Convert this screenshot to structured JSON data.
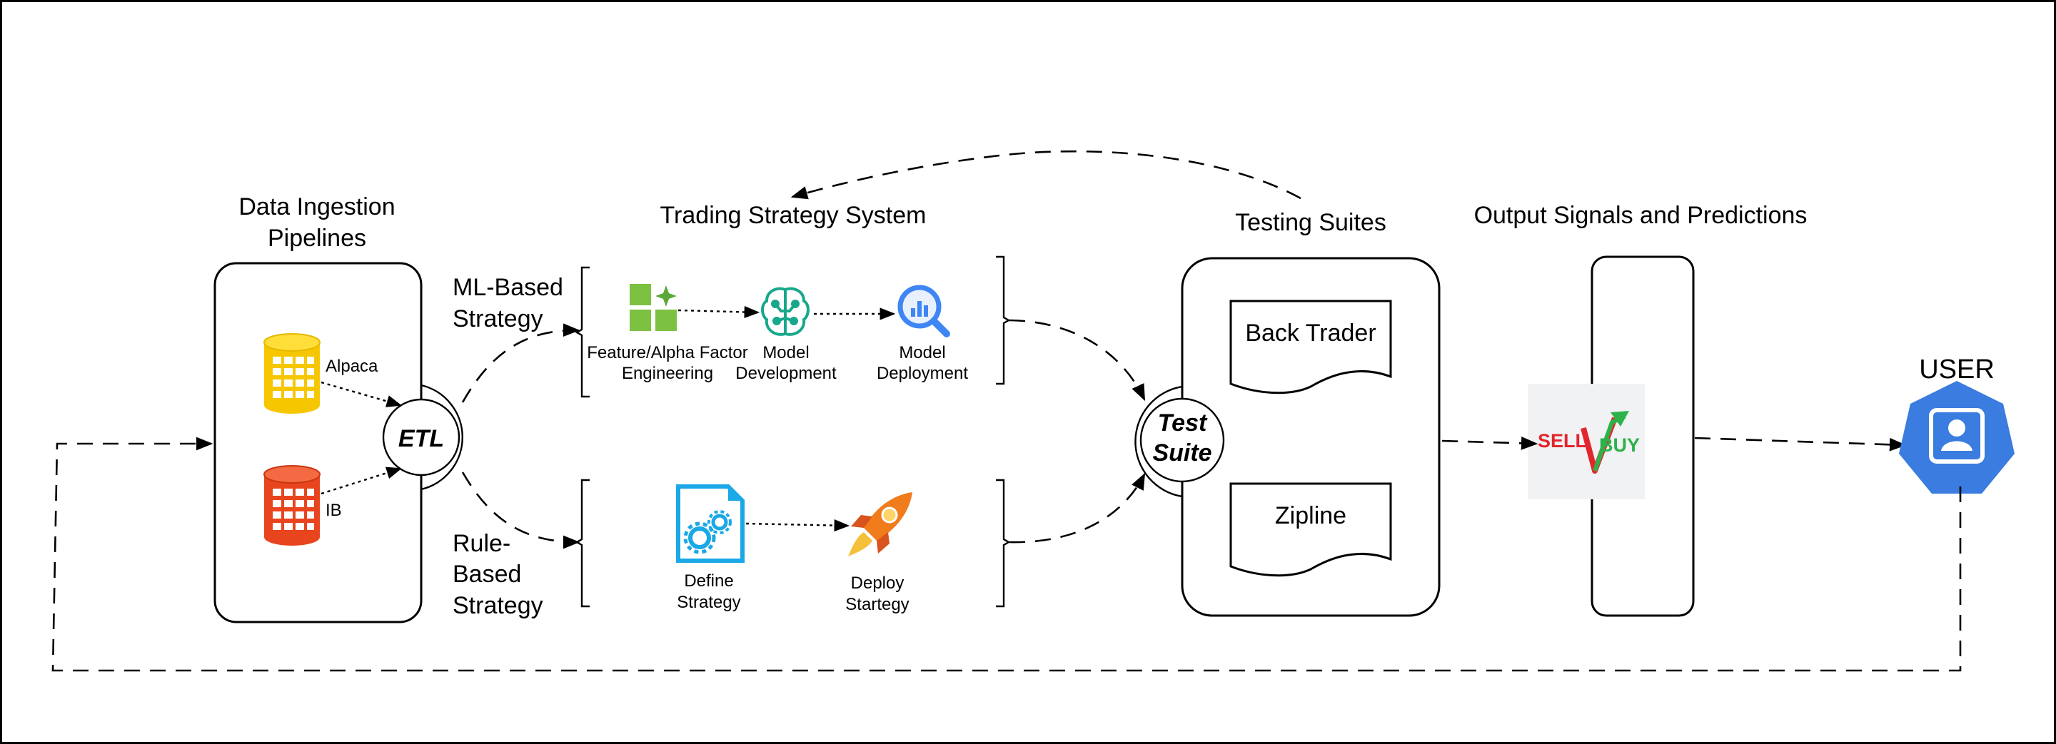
{
  "stages": {
    "ingestion_title_line1": "Data Ingestion",
    "ingestion_title_line2": "Pipelines",
    "strategy_title": "Trading Strategy System",
    "testing_title": "Testing Suites",
    "output_title": "Output Signals and Predictions"
  },
  "sources": {
    "alpaca": "Alpaca",
    "ib": "IB"
  },
  "etl_label": "ETL",
  "ml_branch": {
    "label_line1": "ML-Based",
    "label_line2": "Strategy",
    "steps": [
      {
        "line1": "Feature/Alpha Factor",
        "line2": "Engineering",
        "icon": "feature-grid-icon"
      },
      {
        "line1": "Model",
        "line2": "Development",
        "icon": "ai-brain-icon"
      },
      {
        "line1": "Model",
        "line2": "Deployment",
        "icon": "analytics-search-icon"
      }
    ]
  },
  "rule_branch": {
    "label_line1": "Rule-",
    "label_line2": "Based",
    "label_line3": "Strategy",
    "steps": [
      {
        "line1": "Define",
        "line2": "Strategy",
        "icon": "gear-document-icon"
      },
      {
        "line1": "Deploy",
        "line2": "Startegy",
        "icon": "rocket-icon"
      }
    ]
  },
  "test_suite": {
    "line1": "Test",
    "line2": "Suite",
    "cards": [
      "Back Trader",
      "Zipline"
    ]
  },
  "signal": {
    "sell": "SELL",
    "buy": "BUY"
  },
  "user_label": "USER",
  "colors": {
    "db_yellow": "#f6c700",
    "db_red": "#e8451e",
    "feature_green": "#7cc142",
    "brain_teal": "#17a88b",
    "search_blue": "#3f86f4",
    "gear_cyan": "#1aa8e6",
    "rocket_orange": "#f07c1c",
    "user_blue": "#3a7cdf",
    "sell_red": "#e3262d",
    "buy_green": "#2db24a"
  }
}
